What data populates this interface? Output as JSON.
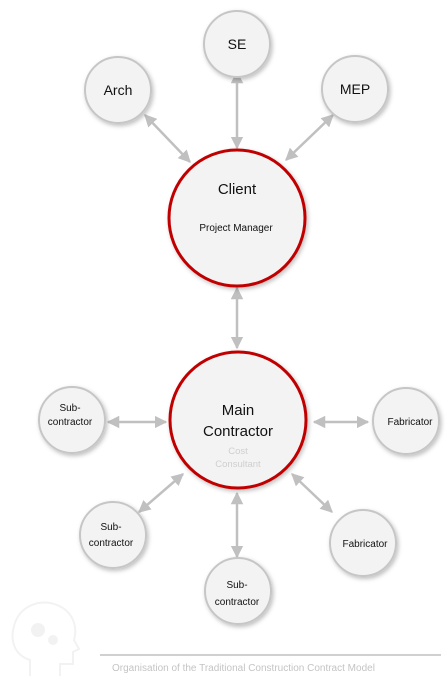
{
  "colors": {
    "accent_red": "#c00000",
    "node_fill": "#f3f3f3",
    "node_stroke": "#c6c6c6",
    "connector": "#c0c0c0",
    "caption_text": "#c4c4c4",
    "cost_consultant_text": "#cfcfcf"
  },
  "icons": {
    "logo": "head-with-gears-icon"
  },
  "nodes": {
    "se": "SE",
    "arch": "Arch",
    "mep": "MEP",
    "client": "Client",
    "project_manager": "Project Manager",
    "main_contractor_line1": "Main",
    "main_contractor_line2": "Contractor",
    "cost_consultant_line1": "Cost",
    "cost_consultant_line2": "Consultant",
    "subcontractor_line1": "Sub-",
    "subcontractor_line2": "contractor",
    "fabricator": "Fabricator"
  },
  "caption": "Organisation of the Traditional Construction Contract Model"
}
